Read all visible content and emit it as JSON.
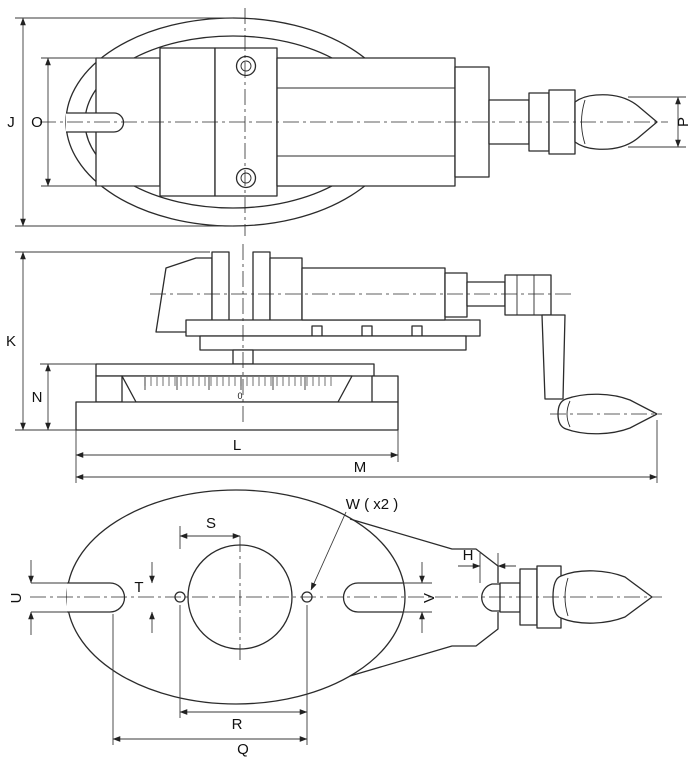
{
  "drawing": {
    "labels": {
      "j": "J",
      "o": "O",
      "p": "P",
      "k": "K",
      "n": "N",
      "l": "L",
      "m": "M",
      "s": "S",
      "w": "W ( x2 )",
      "h": "H",
      "u": "U",
      "t": "T",
      "v": "V",
      "r": "R",
      "q": "Q",
      "scale_zero": "0"
    },
    "colors": {
      "line": "#2b2b2b",
      "dim": "#3a3a3a",
      "background": "#ffffff"
    }
  }
}
